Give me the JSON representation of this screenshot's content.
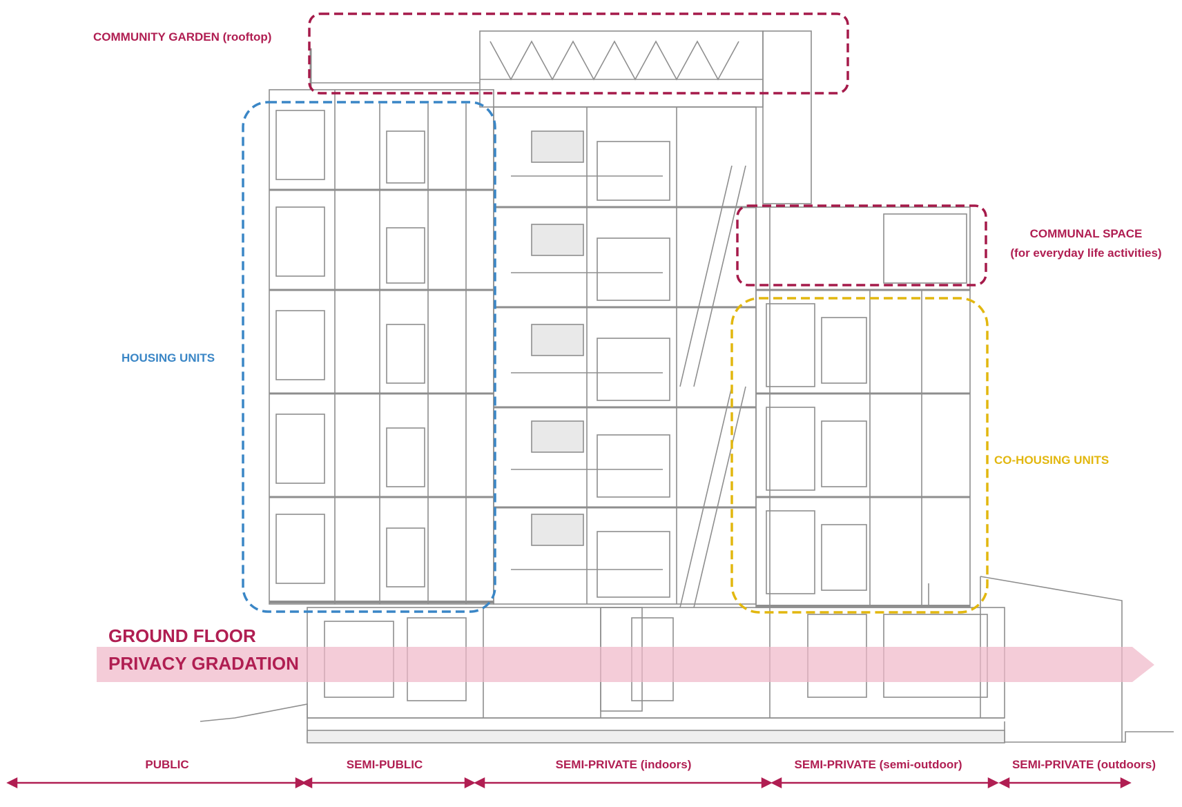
{
  "annotations": {
    "community_garden": "COMMUNITY GARDEN (rooftop)",
    "housing_units": "HOUSING UNITS",
    "communal_space_line1": "COMMUNAL SPACE",
    "communal_space_line2": "(for everyday life activities)",
    "co_housing_units": "CO-HOUSING UNITS",
    "gradation_line1": "GROUND FLOOR",
    "gradation_line2": "PRIVACY GRADATION"
  },
  "privacy_zones": [
    {
      "label": "PUBLIC"
    },
    {
      "label": "SEMI-PUBLIC"
    },
    {
      "label": "SEMI-PRIVATE (indoors)"
    },
    {
      "label": "SEMI-PRIVATE (semi-outdoor)"
    },
    {
      "label": "SEMI-PRIVATE (outdoors)"
    }
  ],
  "colors": {
    "maroon": "#b01e52",
    "blue": "#3a86c6",
    "gold": "#e2b70f",
    "pink_band": "#f0b8c9",
    "drawing_line": "#8a8a8a"
  }
}
